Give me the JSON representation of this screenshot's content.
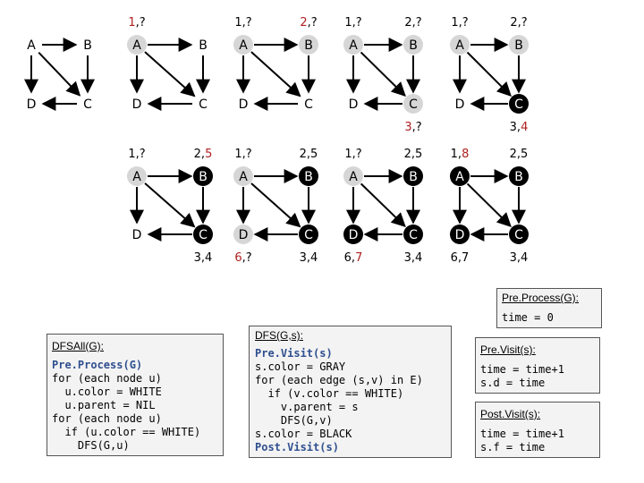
{
  "colors": {
    "white": "#ffffff",
    "gray": "#d6d6d6",
    "black": "#000000",
    "red": "#b02020",
    "edge": "#000000"
  },
  "panels": [
    {
      "nodes": [
        {
          "id": "A",
          "color": "white",
          "label": []
        },
        {
          "id": "B",
          "color": "white",
          "label": []
        },
        {
          "id": "C",
          "color": "white",
          "label": []
        },
        {
          "id": "D",
          "color": "white",
          "label": []
        }
      ]
    },
    {
      "nodes": [
        {
          "id": "A",
          "color": "gray",
          "label": [
            {
              "t": "1",
              "red": true
            },
            {
              "t": ",?"
            }
          ]
        },
        {
          "id": "B",
          "color": "white",
          "label": []
        },
        {
          "id": "C",
          "color": "white",
          "label": []
        },
        {
          "id": "D",
          "color": "white",
          "label": []
        }
      ]
    },
    {
      "nodes": [
        {
          "id": "A",
          "color": "gray",
          "label": [
            {
              "t": "1,?"
            }
          ]
        },
        {
          "id": "B",
          "color": "gray",
          "label": [
            {
              "t": "2",
              "red": true
            },
            {
              "t": ",?"
            }
          ]
        },
        {
          "id": "C",
          "color": "white",
          "label": []
        },
        {
          "id": "D",
          "color": "white",
          "label": []
        }
      ]
    },
    {
      "nodes": [
        {
          "id": "A",
          "color": "gray",
          "label": [
            {
              "t": "1,?"
            }
          ]
        },
        {
          "id": "B",
          "color": "gray",
          "label": [
            {
              "t": "2,?"
            }
          ]
        },
        {
          "id": "C",
          "color": "gray",
          "label": [
            {
              "t": "3",
              "red": true
            },
            {
              "t": ",?"
            }
          ]
        },
        {
          "id": "D",
          "color": "white",
          "label": []
        }
      ]
    },
    {
      "nodes": [
        {
          "id": "A",
          "color": "gray",
          "label": [
            {
              "t": "1,?"
            }
          ]
        },
        {
          "id": "B",
          "color": "gray",
          "label": [
            {
              "t": "2,?"
            }
          ]
        },
        {
          "id": "C",
          "color": "black",
          "label": [
            {
              "t": "3,"
            },
            {
              "t": "4",
              "red": true
            }
          ]
        },
        {
          "id": "D",
          "color": "white",
          "label": []
        }
      ]
    },
    {
      "nodes": [
        {
          "id": "A",
          "color": "gray",
          "label": [
            {
              "t": "1,?"
            }
          ]
        },
        {
          "id": "B",
          "color": "black",
          "label": [
            {
              "t": "2,"
            },
            {
              "t": "5",
              "red": true
            }
          ]
        },
        {
          "id": "C",
          "color": "black",
          "label": [
            {
              "t": "3,4"
            }
          ]
        },
        {
          "id": "D",
          "color": "white",
          "label": []
        }
      ]
    },
    {
      "nodes": [
        {
          "id": "A",
          "color": "gray",
          "label": [
            {
              "t": "1,?"
            }
          ]
        },
        {
          "id": "B",
          "color": "black",
          "label": [
            {
              "t": "2,5"
            }
          ]
        },
        {
          "id": "C",
          "color": "black",
          "label": [
            {
              "t": "3,4"
            }
          ]
        },
        {
          "id": "D",
          "color": "gray",
          "label": [
            {
              "t": "6",
              "red": true
            },
            {
              "t": ",?"
            }
          ]
        }
      ]
    },
    {
      "nodes": [
        {
          "id": "A",
          "color": "gray",
          "label": [
            {
              "t": "1,?"
            }
          ]
        },
        {
          "id": "B",
          "color": "black",
          "label": [
            {
              "t": "2,5"
            }
          ]
        },
        {
          "id": "C",
          "color": "black",
          "label": [
            {
              "t": "3,4"
            }
          ]
        },
        {
          "id": "D",
          "color": "black",
          "label": [
            {
              "t": "6,"
            },
            {
              "t": "7",
              "red": true
            }
          ]
        }
      ]
    },
    {
      "nodes": [
        {
          "id": "A",
          "color": "black",
          "label": [
            {
              "t": "1,"
            },
            {
              "t": "8",
              "red": true
            }
          ]
        },
        {
          "id": "B",
          "color": "black",
          "label": [
            {
              "t": "2,5"
            }
          ]
        },
        {
          "id": "C",
          "color": "black",
          "label": [
            {
              "t": "3,4"
            }
          ]
        },
        {
          "id": "D",
          "color": "black",
          "label": [
            {
              "t": "6,7"
            }
          ]
        }
      ]
    }
  ],
  "edges": [
    [
      "A",
      "B"
    ],
    [
      "A",
      "D"
    ],
    [
      "A",
      "C"
    ],
    [
      "B",
      "C"
    ],
    [
      "C",
      "D"
    ]
  ],
  "code": {
    "dfsall": {
      "title": "DFSAll(G):",
      "lines": [
        [
          {
            "t": "Pre.Process(G)",
            "kw": true
          }
        ],
        [
          {
            "t": "for (each node u)"
          }
        ],
        [
          {
            "t": "  u.color = WHITE"
          }
        ],
        [
          {
            "t": "  u.parent = NIL"
          }
        ],
        [
          {
            "t": "for (each node u)"
          }
        ],
        [
          {
            "t": "  if (u.color == WHITE)"
          }
        ],
        [
          {
            "t": "    DFS(G,u)"
          }
        ]
      ]
    },
    "dfs": {
      "title": "DFS(G,s):",
      "lines": [
        [
          {
            "t": "Pre.Visit(s)",
            "kw": true
          }
        ],
        [
          {
            "t": "s.color = GRAY"
          }
        ],
        [
          {
            "t": "for (each edge (s,v) in E)"
          }
        ],
        [
          {
            "t": "  if (v.color == WHITE)"
          }
        ],
        [
          {
            "t": "    v.parent = s"
          }
        ],
        [
          {
            "t": "    DFS(G,v)"
          }
        ],
        [
          {
            "t": "s.color = BLACK"
          }
        ],
        [
          {
            "t": "Post.Visit(s)",
            "kw": true
          }
        ]
      ]
    },
    "preprocess": {
      "title": "Pre.Process(G):",
      "lines": [
        [
          {
            "t": "time = 0"
          }
        ]
      ]
    },
    "previsit": {
      "title": "Pre.Visit(s):",
      "lines": [
        [
          {
            "t": "time = time+1"
          }
        ],
        [
          {
            "t": "s.d = time"
          }
        ]
      ]
    },
    "postvisit": {
      "title": "Post.Visit(s):",
      "lines": [
        [
          {
            "t": "time = time+1"
          }
        ],
        [
          {
            "t": "s.f = time"
          }
        ]
      ]
    }
  }
}
